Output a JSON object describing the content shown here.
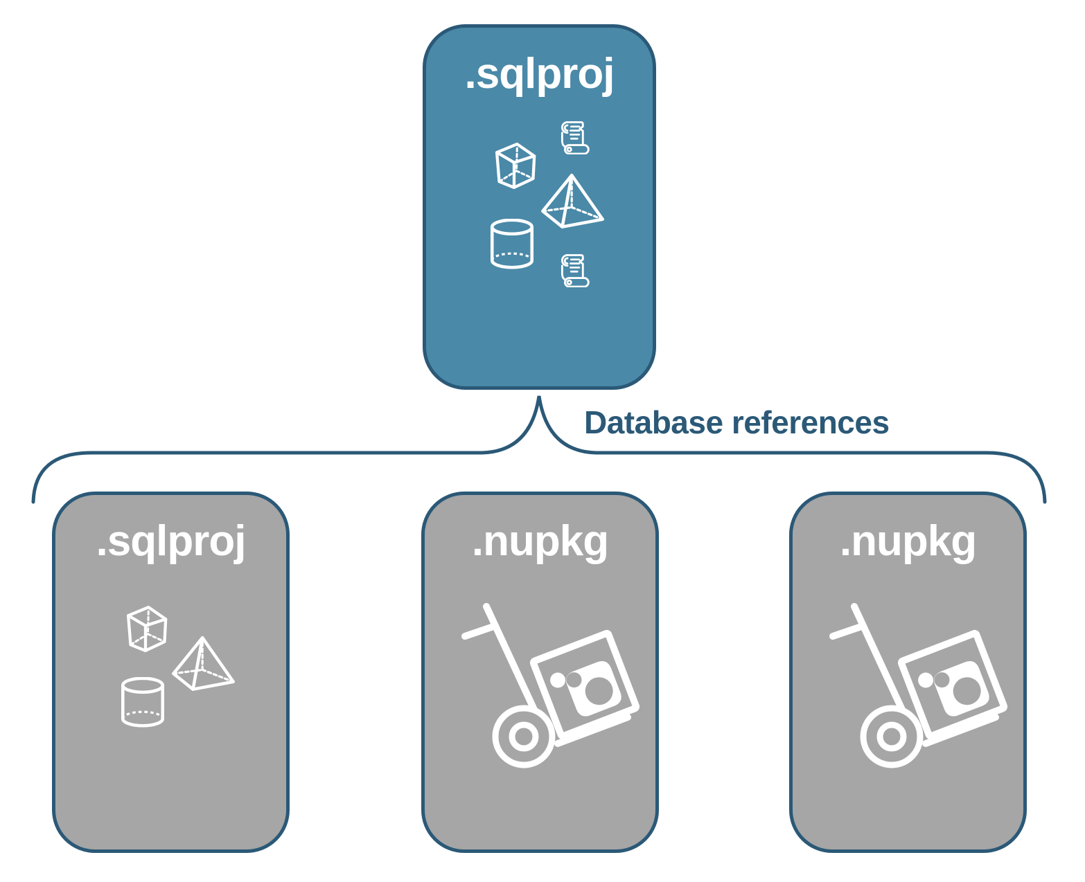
{
  "diagram": {
    "title_hint": "SQL project database references diagram",
    "connector": {
      "label": "Database references"
    },
    "nodes": [
      {
        "id": "parent-sqlproj",
        "title": ".sqlproj",
        "role": "parent",
        "icons": [
          "scroll-icon",
          "cube-icon",
          "pyramid-icon",
          "cylinder-icon",
          "scroll-icon"
        ]
      },
      {
        "id": "ref-sqlproj",
        "title": ".sqlproj",
        "role": "reference",
        "icons": [
          "cube-icon",
          "pyramid-icon",
          "cylinder-icon"
        ]
      },
      {
        "id": "ref-nupkg-1",
        "title": ".nupkg",
        "role": "reference",
        "icons": [
          "hand-truck-package-icon"
        ]
      },
      {
        "id": "ref-nupkg-2",
        "title": ".nupkg",
        "role": "reference",
        "icons": [
          "hand-truck-package-icon"
        ]
      }
    ],
    "colors": {
      "parent_fill": "#4A89A8",
      "reference_fill": "#A6A6A6",
      "outline": "#2B5977",
      "connector_line": "#2B5977",
      "label_text": "#2B5977",
      "node_text": "#FFFFFF",
      "icon_stroke": "#FFFFFF",
      "background": "#FFFFFF"
    }
  }
}
